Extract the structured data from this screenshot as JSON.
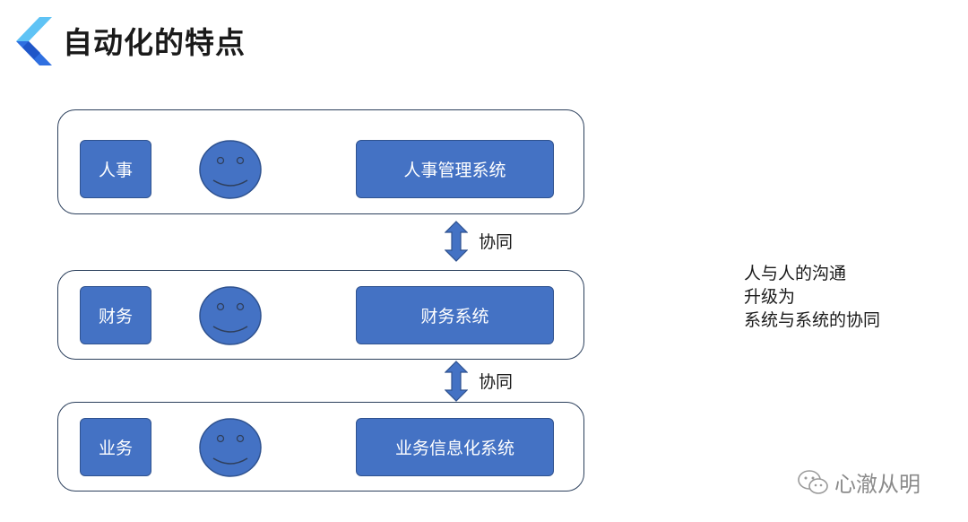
{
  "header": {
    "title": "自动化的特点"
  },
  "rows": [
    {
      "department": "人事",
      "system": "人事管理系统"
    },
    {
      "department": "财务",
      "system": "财务系统"
    },
    {
      "department": "业务",
      "system": "业务信息化系统"
    }
  ],
  "connectors": [
    {
      "label": "协同"
    },
    {
      "label": "协同"
    }
  ],
  "note": {
    "lines": [
      "人与人的沟通",
      "升级为",
      "系统与系统的协同"
    ]
  },
  "watermark": {
    "text": "心澈从明"
  },
  "colors": {
    "box_fill": "#4472c4",
    "box_border": "#2f528f",
    "container_border": "#2b3f5c",
    "logo_light": "#5fc3f5",
    "logo_dark": "#2f6fe0"
  }
}
